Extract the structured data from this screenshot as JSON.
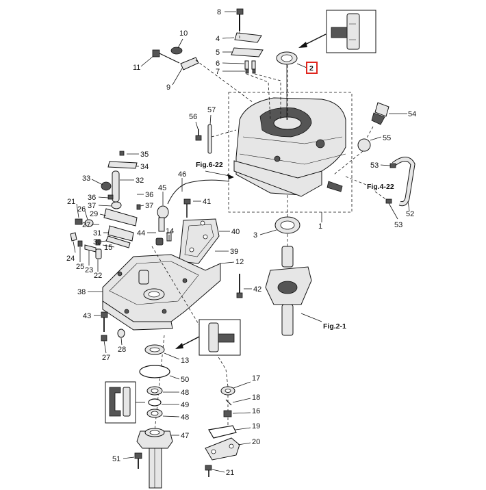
{
  "callouts": {
    "c1": "1",
    "c2": "2",
    "c3": "3",
    "c4": "4",
    "c5": "5",
    "c6": "6",
    "c7": "7",
    "c8": "8",
    "c9": "9",
    "c10": "10",
    "c11": "11",
    "c12": "12",
    "c13": "13",
    "c14": "14",
    "c15": "15",
    "c16": "16",
    "c17": "17",
    "c18": "18",
    "c19": "19",
    "c20": "20",
    "c21a": "21",
    "c21b": "21",
    "c22": "22",
    "c23": "23",
    "c24": "24",
    "c25": "25",
    "c26": "26",
    "c27": "27",
    "c28": "28",
    "c29": "29",
    "c30": "30",
    "c31": "31",
    "c32": "32",
    "c33": "33",
    "c34": "34",
    "c35": "35",
    "c36": "36",
    "c37": "37",
    "c38": "38",
    "c39": "39",
    "c40": "40",
    "c41": "41",
    "c42": "42",
    "c43": "43",
    "c44": "44",
    "c45": "45",
    "c46": "46",
    "c47": "47",
    "c48a": "48",
    "c48b": "48",
    "c49": "49",
    "c50": "50",
    "c51": "51",
    "c52": "52",
    "c53a": "53",
    "c53b": "53",
    "c54": "54",
    "c55": "55",
    "c56": "56",
    "c57": "57"
  },
  "references": {
    "fig_6_22": "Fig.6-22",
    "fig_4_22": "Fig.4-22",
    "fig_2_1": "Fig.2-1"
  },
  "highlight_color": "#e0261e"
}
